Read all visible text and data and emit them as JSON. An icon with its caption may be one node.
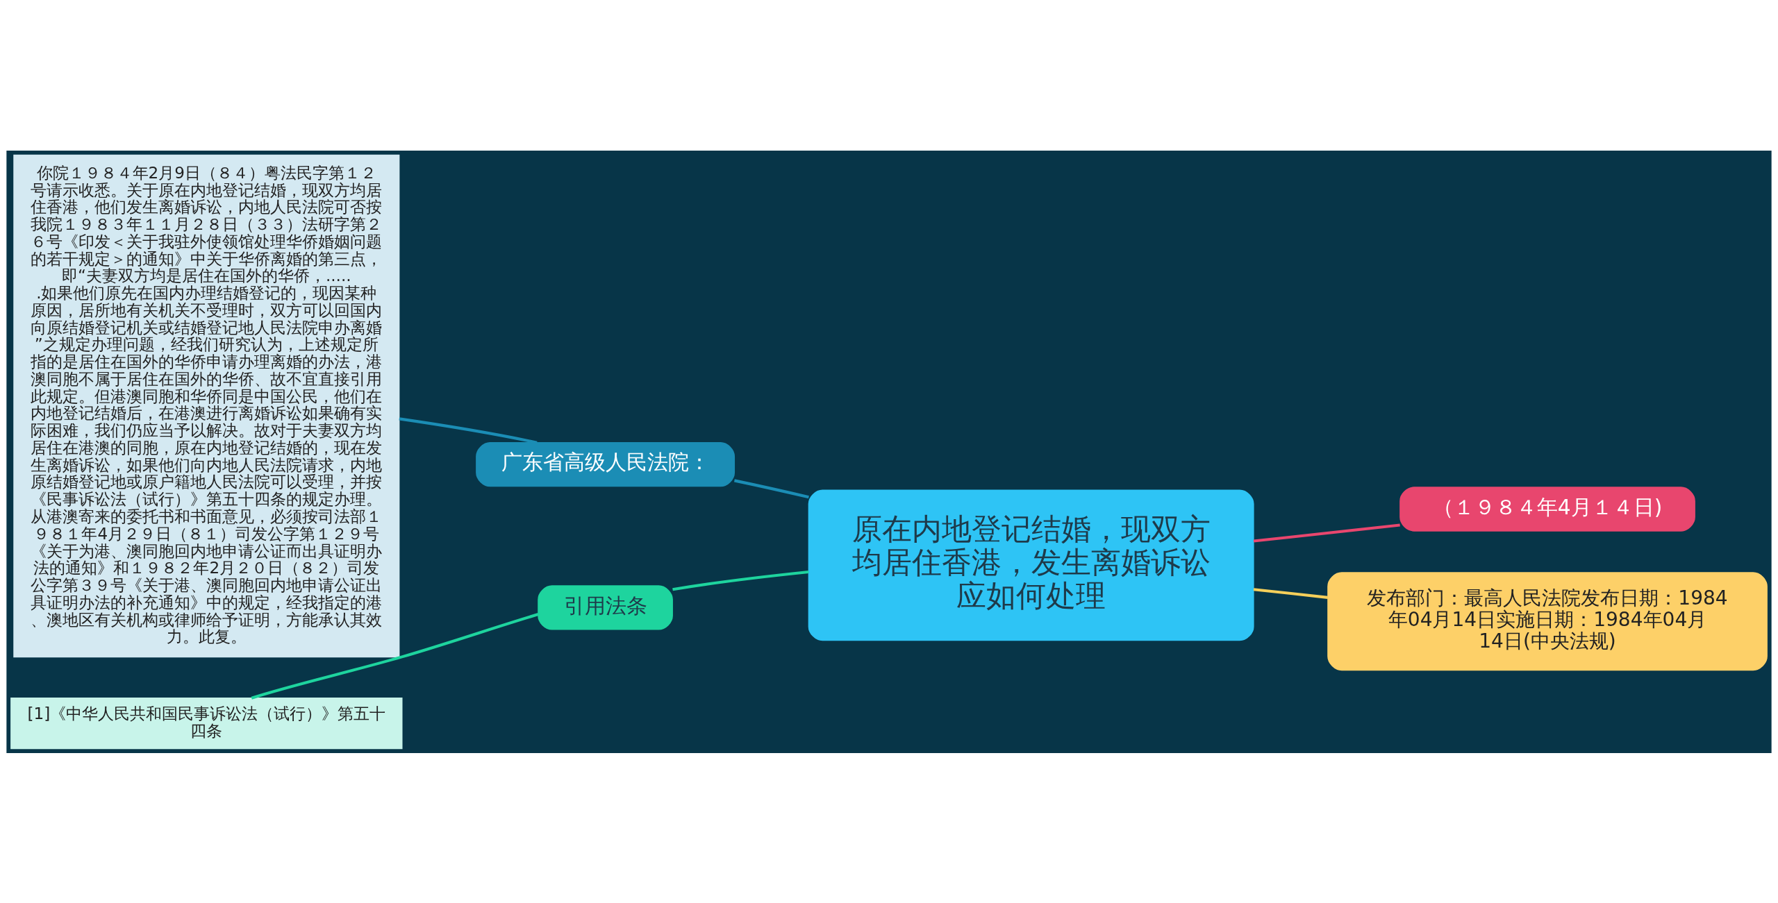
{
  "diagram": {
    "nodes": [
      {
        "text": [
          "原在内地登记结婚，现双方均居住香港，发生离婚诉讼应如何处理"
        ]
      },
      {
        "text": [
          "广东省高级人民法院："
        ]
      },
      {
        "text": [
          "你院１９８４年2月9日（８４）粤法民字第１２号请示收悉。关于原在内地登记结婚，现双方均居住香港，他们发生离婚诉讼，内地人民法院可否按我院１９８３年１１月２８日（３３）法研字第２６号《印发＜关于我驻外使领馆处理华侨婚姻问题的若干规定＞的通知》中关于华侨离婚的第三点，即“夫妻双方均是居住在国外的华侨，......如果他们原先在国内办理结婚登记的，现因某种原因，居所地有关机关不受理时，双方可以回国内向原结婚登记机关或结婚登记地人民法院申办离婚”之规定办理问题，经我们研究认为，上述规定所指的是居住在国外的华侨申请办理离婚的办法，港澳同胞不属于居住在国外的华侨、故不宜直接引用此规定。但港澳同胞和华侨同是中国公民，他们在内地登记结婚后，在港澳进行离婚诉讼如果确有实际困难，我们仍应当予以解决。故对于夫妻双方均居住在港澳的同胞，原在内地登记结婚的，现在发生离婚诉讼，如果他们向内地人民法院请求，内地原结婚登记地或原户籍地人民法院可以受理，并按《民事诉讼法（试行）》第五十四条的规定办理。从港澳寄来的委托书和书面意见，必须按司法部１９８１年4月２９日（８１）司发公字第１２９号《关于为港、澳同胞回内地申请公证而出具证明办法的通知》和１９８２年2月２０日（８２）司发公字第３９号《关于港、澳同胞回内地申请公证出具证明办法的补充通知》中的规定，经我指定的港、澳地区有关机构或律师给予证明，方能承认其效力。此复。"
        ]
      },
      {
        "text": [
          "（１９８４年4月１４日)"
        ]
      },
      {
        "text": [
          "发布部门：最高人民法院发布日期：1984年04月14日实施日期：1984年04月14日(中央法规)"
        ]
      },
      {
        "text": [
          "引用法条"
        ]
      },
      {
        "text": [
          "[1]《中华人民共和国民事诉讼法（试行）》第五十四条"
        ]
      }
    ],
    "edges": [
      {
        "from": 0,
        "to": 1,
        "arrow": "none",
        "color": "#1b8db5"
      },
      {
        "from": 1,
        "to": 2,
        "arrow": "none",
        "color": "#1b8db5"
      },
      {
        "from": 0,
        "to": 3,
        "arrow": "none",
        "color": "#e8466e"
      },
      {
        "from": 0,
        "to": 4,
        "arrow": "none",
        "color": "#f5cf5a"
      },
      {
        "from": 0,
        "to": 5,
        "arrow": "none",
        "color": "#1ed49e"
      },
      {
        "from": 5,
        "to": 6,
        "arrow": "none",
        "color": "#1ed49e"
      }
    ]
  }
}
